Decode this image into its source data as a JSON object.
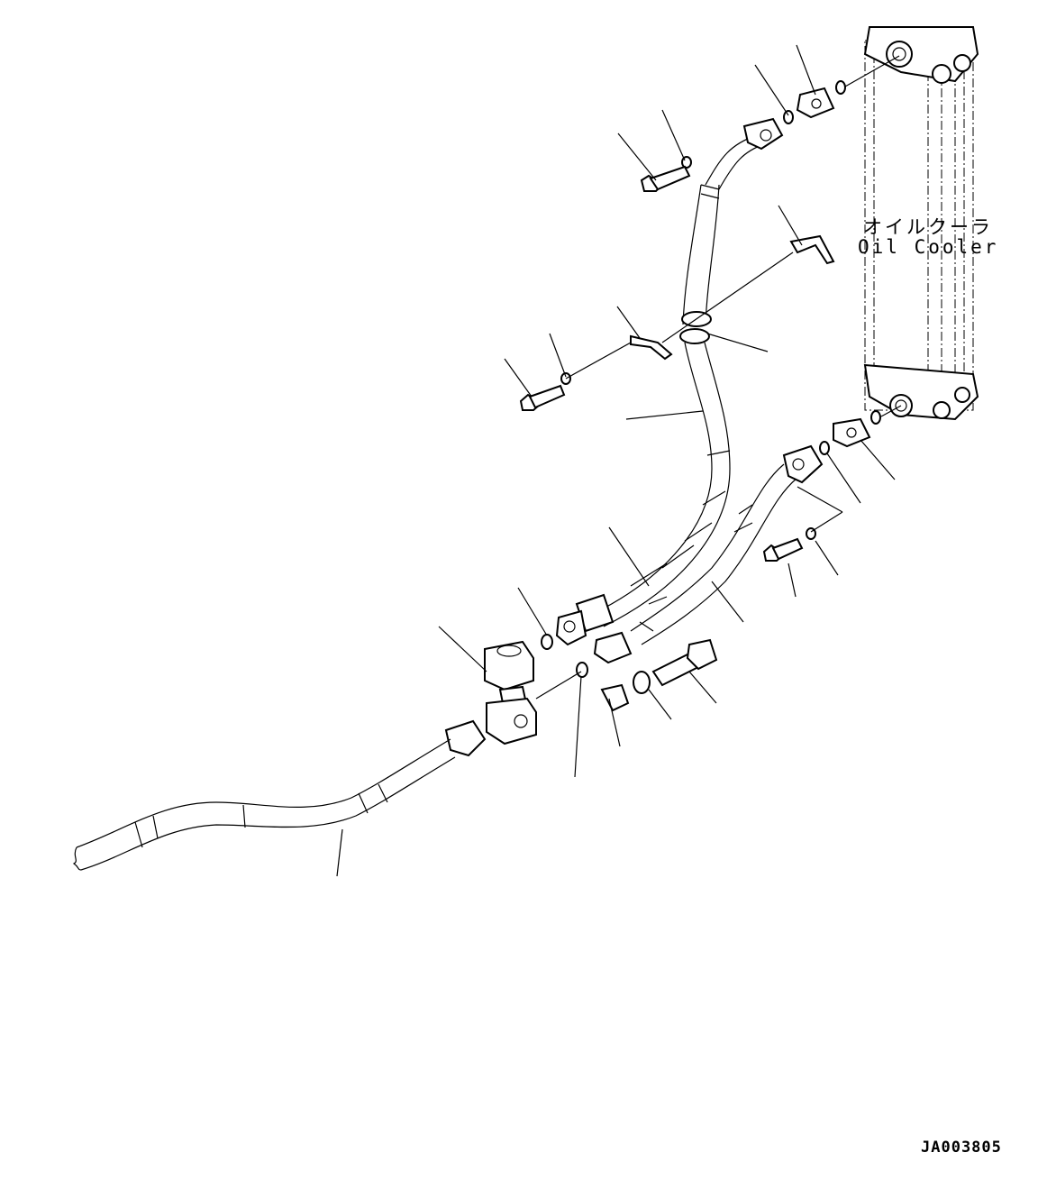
{
  "labels": {
    "cooler_jp": "オイルクーラ",
    "cooler_en": "Oil Cooler"
  },
  "drawing_code": "JA003805"
}
